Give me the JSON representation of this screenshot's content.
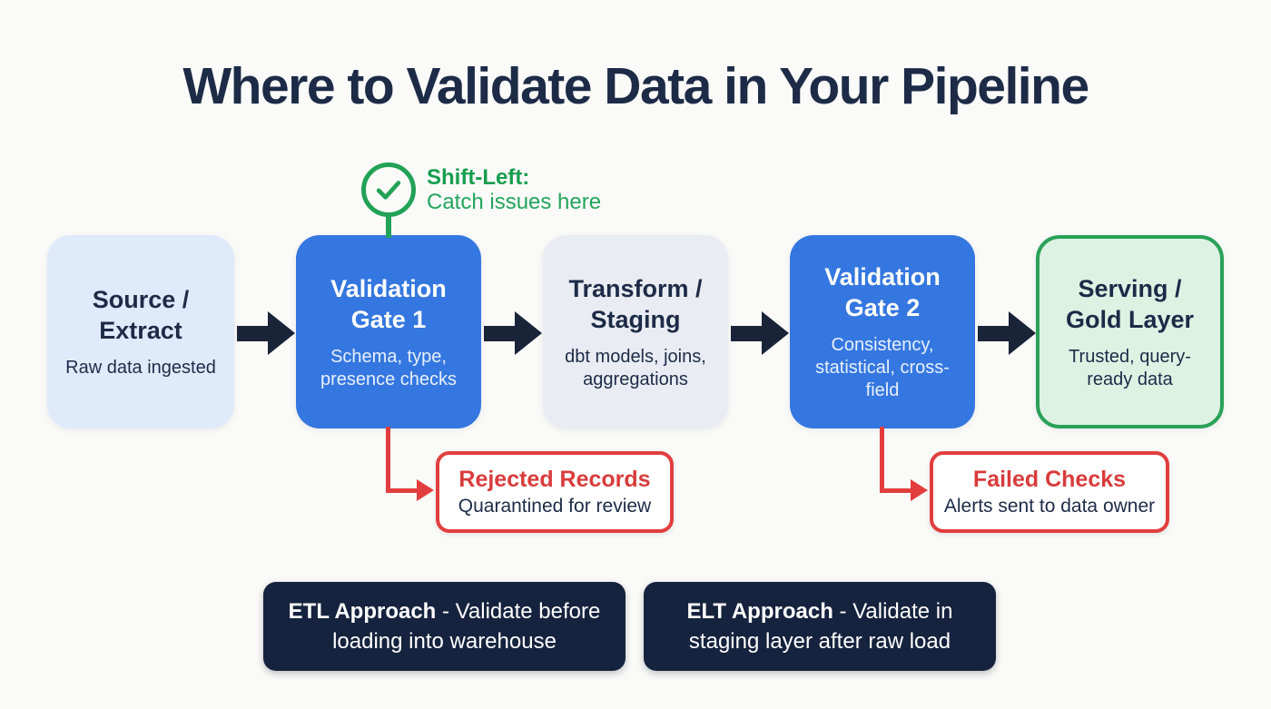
{
  "page": {
    "title": "Where to Validate Data in Your Pipeline"
  },
  "callout": {
    "icon": "check-circle-icon",
    "label_bold": "Shift-Left:",
    "label_rest": "Catch issues here"
  },
  "pipeline": [
    {
      "title": "Source / Extract",
      "subtitle": "Raw data ingested",
      "style": "light-blue"
    },
    {
      "title": "Validation Gate 1",
      "subtitle": "Schema, type, presence checks",
      "style": "blue"
    },
    {
      "title": "Transform / Staging",
      "subtitle": "dbt models, joins, aggregations",
      "style": "gray"
    },
    {
      "title": "Validation Gate 2",
      "subtitle": "Consistency, statistical, cross-field",
      "style": "blue"
    },
    {
      "title": "Serving / Gold Layer",
      "subtitle": "Trusted, query-ready data",
      "style": "green"
    }
  ],
  "outcomes": [
    {
      "title": "Rejected Records",
      "subtitle": "Quarantined for review"
    },
    {
      "title": "Failed Checks",
      "subtitle": "Alerts sent to data owner"
    }
  ],
  "approaches": [
    {
      "bold": "ETL Approach",
      "rest": " - Validate before loading into warehouse"
    },
    {
      "bold": "ELT Approach",
      "rest": " - Validate in staging layer after raw load"
    }
  ],
  "colors": {
    "background": "#fafaf8",
    "dark_text": "#1d2b47",
    "blue_box": "#3577e0",
    "light_blue_box": "#dfeafb",
    "gray_box": "#e9ecf2",
    "green_fill": "#def2e4",
    "green_border": "#2aa158",
    "green_text": "#1f9e50",
    "red": "#e23e3e",
    "navy_box": "#16233e",
    "arrow": "#1a2439"
  }
}
